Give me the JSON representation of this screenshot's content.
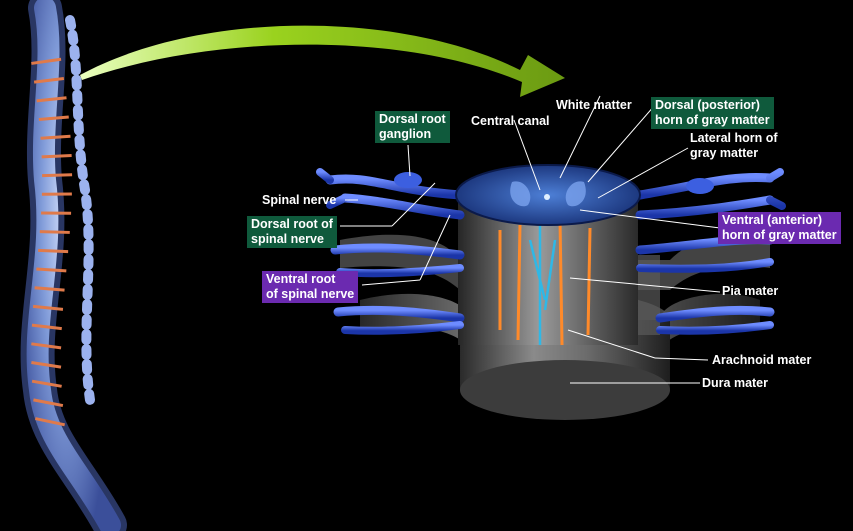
{
  "labels": {
    "white_matter": "White matter",
    "central_canal": "Central canal",
    "dorsal_horn": [
      "Dorsal (posterior)",
      "horn of gray matter"
    ],
    "dorsal_root_ganglion": [
      "Dorsal root",
      "ganglion"
    ],
    "lateral_horn": [
      "Lateral horn of",
      "gray matter"
    ],
    "spinal_nerve": "Spinal nerve",
    "dorsal_root": [
      "Dorsal root of",
      "spinal nerve"
    ],
    "ventral_horn": [
      "Ventral (anterior)",
      "horn of gray matter"
    ],
    "ventral_root": [
      "Ventral root",
      "of spinal nerve"
    ],
    "pia_mater": "Pia mater",
    "arachnoid_mater": "Arachnoid mater",
    "dura_mater": "Dura mater"
  },
  "colors": {
    "green_label": "#0f5a3c",
    "purple_label": "#6b2ab0",
    "nerve_blue": "#2f55d6",
    "arrow_green": "#7fc21a"
  }
}
